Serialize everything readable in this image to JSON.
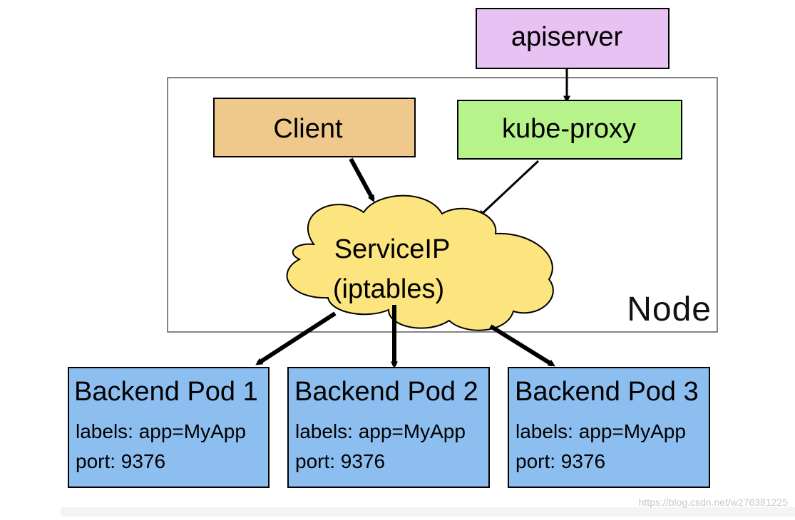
{
  "nodes": {
    "apiserver": "apiserver",
    "client": "Client",
    "kube_proxy": "kube-proxy",
    "service_ip_line1": "ServiceIP",
    "service_ip_line2": "(iptables)",
    "node_label": "Node"
  },
  "pods": [
    {
      "title": "Backend Pod 1",
      "labels": "labels: app=MyApp",
      "port": "port: 9376"
    },
    {
      "title": "Backend Pod 2",
      "labels": "labels: app=MyApp",
      "port": "port: 9376"
    },
    {
      "title": "Backend Pod 3",
      "labels": "labels: app=MyApp",
      "port": "port: 9376"
    }
  ],
  "watermark": "https://blog.csdn.net/w276381225",
  "colors": {
    "apiserver": "#e8c2f3",
    "client": "#efc98b",
    "kube_proxy": "#b6f38a",
    "cloud": "#fce57e",
    "pod": "#8dbef0",
    "stroke": "#000000"
  }
}
